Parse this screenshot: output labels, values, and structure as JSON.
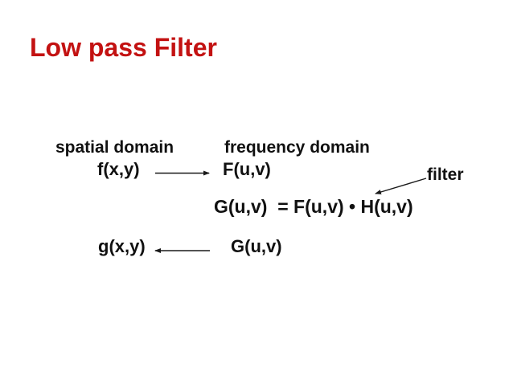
{
  "slide": {
    "title": "Low pass Filter",
    "columns": {
      "spatial": "spatial domain",
      "frequency": "frequency domain"
    },
    "transform_row": {
      "input": "f(x,y)",
      "output": "F(u,v)"
    },
    "filter_label": "filter",
    "equation": "G(u,v)  = F(u,v) • H(u,v)",
    "inverse_row": {
      "output": "g(x,y)",
      "input": "G(u,v)"
    },
    "colors": {
      "title": "#c31212",
      "text": "#111111",
      "background": "#ffffff"
    }
  }
}
